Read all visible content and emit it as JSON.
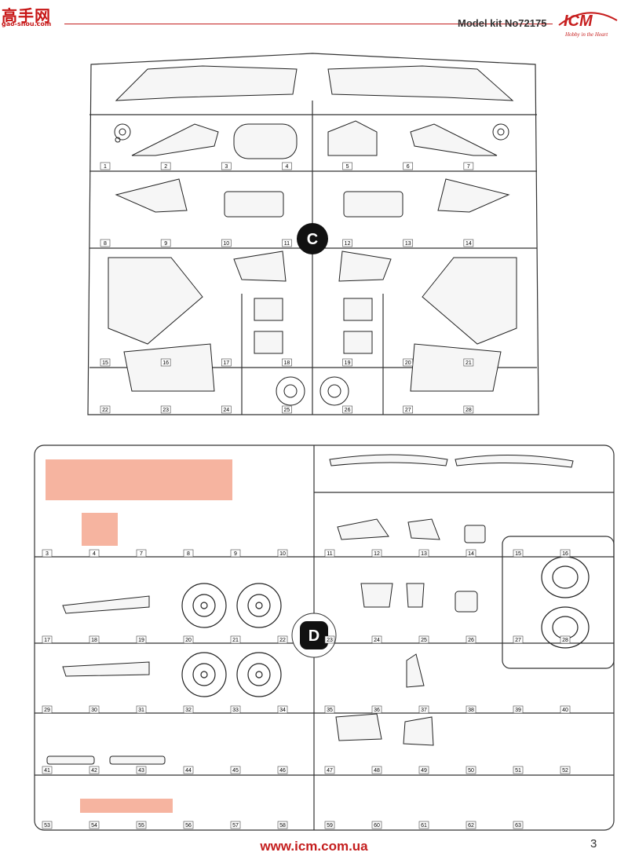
{
  "header": {
    "site_logo_cn": "高手网",
    "site_logo_url": "gao-shou.com",
    "kit_title": "Model kit No72175",
    "brand_name": "ICM",
    "brand_tagline": "Hobby in the Heart",
    "rule_color": "#c42020"
  },
  "sprue_c": {
    "letter": "C",
    "part_numbers": [
      "1",
      "2",
      "3",
      "4",
      "5",
      "6",
      "7",
      "8",
      "9",
      "10",
      "11",
      "12",
      "13",
      "14",
      "15",
      "16",
      "17",
      "18",
      "19",
      "20",
      "21",
      "22",
      "23",
      "24",
      "25",
      "26",
      "27",
      "28"
    ]
  },
  "sprue_d": {
    "letter": "D",
    "part_numbers": [
      "3",
      "4",
      "7",
      "8",
      "9",
      "10",
      "11",
      "12",
      "13",
      "14",
      "15",
      "16",
      "17",
      "18",
      "19",
      "20",
      "21",
      "22",
      "23",
      "24",
      "25",
      "26",
      "27",
      "28",
      "29",
      "30",
      "31",
      "32",
      "33",
      "34",
      "35",
      "36",
      "37",
      "38",
      "39",
      "40",
      "41",
      "42",
      "43",
      "44",
      "45",
      "46",
      "47",
      "48",
      "49",
      "50",
      "51",
      "52",
      "53",
      "54",
      "55",
      "56",
      "57",
      "58",
      "59",
      "60",
      "61",
      "62",
      "63"
    ]
  },
  "footer": {
    "url": "www.icm.com.ua",
    "page_number": "3"
  },
  "colors": {
    "accent": "#c41e1e",
    "highlight": "#f4a78f"
  }
}
